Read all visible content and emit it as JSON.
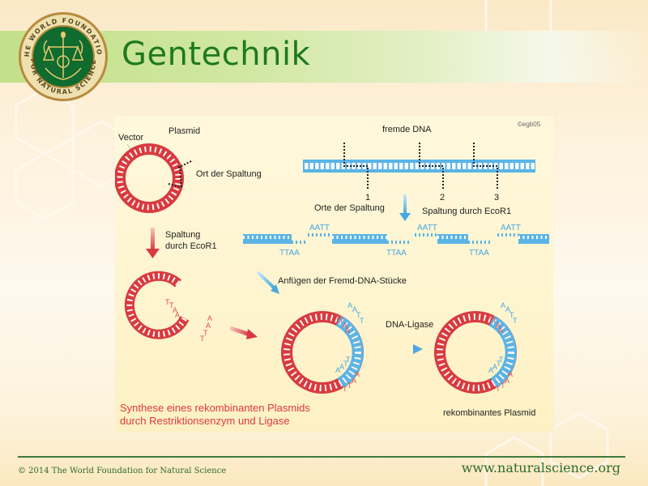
{
  "slide": {
    "title": "Gentechnik",
    "logo": {
      "icon": "foundation-seal-icon",
      "ring_text_top": "THE WORLD FOUNDATION",
      "ring_text_bottom": "FOR NATURAL SCIENCE"
    },
    "footer": {
      "copyright": "© 2014 The World Foundation for Natural Science",
      "url": "www.naturalscience.org"
    }
  },
  "diagram": {
    "credit": "©egb05",
    "labels": {
      "vector": "Vector",
      "plasmid": "Plasmid",
      "cut_site": "Ort der Spaltung",
      "foreign_dna": "fremde DNA",
      "cut_sites": "Orte der Spaltung",
      "cut_by_ecor1_right": "Spaltung durch EcoR1",
      "cut_by_ecor1_left_1": "Spaltung",
      "cut_by_ecor1_left_2": "durch EcoR1",
      "append_fragments": "Anfügen der Fremd-DNA-Stücke",
      "ligase": "DNA-Ligase",
      "recombinant_plasmid": "rekombinantes Plasmid",
      "caption_1": "Synthese eines rekombinanten Plasmids",
      "caption_2": "durch Restriktionsenzym und Ligase"
    },
    "site_numbers": [
      "1",
      "2",
      "3"
    ],
    "sticky_ends": {
      "top": "AATT",
      "bottom": "TTAA"
    },
    "bases": {
      "t": "T",
      "a": "A"
    },
    "colors": {
      "plasmid_red": "#d83a3f",
      "foreign_blue": "#5ab4e6",
      "caption_red": "#e0383c",
      "title_green": "#1e7a1e"
    }
  }
}
